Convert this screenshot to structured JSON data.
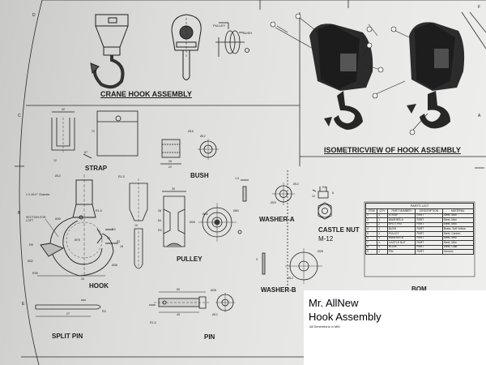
{
  "titles": {
    "crane_hook_assembly": "CRANE HOOK ASSEMBLY",
    "isometric_view": "ISOMETRICVIEW OF HOOK ASSEMBLY",
    "strap": "STRAP",
    "bush": "BUSH",
    "washer_a": "WASHER-A",
    "castle_nut": "CASTLE NUT",
    "castle_nut_size": "M-12",
    "pulley": "PULLEY",
    "hook": "HOOK",
    "washer_b": "WASHER-B",
    "bom": "BOM",
    "split_pin": "SPLIT PIN",
    "pin": "PIN"
  },
  "assembly_callouts": {
    "pulley": "PULLEY",
    "bush": "BUSH"
  },
  "border_letters": [
    "D",
    "C",
    "A",
    "B",
    "E",
    "F"
  ],
  "dimensions": {
    "strap": [
      "42",
      "12",
      "67",
      "72"
    ],
    "bush": [
      "Ø16",
      "Ø12",
      "26",
      "22"
    ],
    "hook": [
      "Ø12",
      "1 X 45.0° Chamfer",
      "R1.5",
      "SECTION FOR LOFT",
      "Ø40",
      "R3",
      "Ø76",
      "R8",
      "Ø32",
      "Ø38",
      "R35",
      "33",
      "12",
      "R1",
      "18"
    ],
    "shank_detail": [
      "R1.5",
      "10"
    ],
    "pulley": [
      "30",
      "28",
      "Ø60",
      "Ø40",
      "Ø26",
      "84",
      "R4"
    ],
    "washer_a": [
      "1.5",
      "Ø12",
      "Ø20"
    ],
    "castle_nut": [
      "R2",
      "12",
      "6"
    ],
    "washer_b": [
      "Ø28",
      "Ø12",
      "3"
    ],
    "split_pin": [
      "27",
      "R3"
    ],
    "pin": [
      "50",
      "45",
      "R1.5",
      "Ø28",
      "Ø12"
    ]
  },
  "bom": {
    "caption": "PARTS LIST",
    "columns": [
      "ITEM",
      "QTY",
      "PART NUMBER",
      "DESCRIPTION",
      "MATERIAL"
    ],
    "rows": [
      [
        "1",
        "1",
        "STRAP",
        "PART",
        "Steel, Mild"
      ],
      [
        "2",
        "1",
        "WASHER-A",
        "PART",
        "Steel, Mild"
      ],
      [
        "3",
        "2",
        "SPLIT PIN",
        "PART",
        "Steel, Mild"
      ],
      [
        "4",
        "1",
        "BUSH",
        "PART",
        "Brass, Soft Yellow"
      ],
      [
        "5",
        "1",
        "PULLEY",
        "PART",
        "Steel, Carbon"
      ],
      [
        "6",
        "1",
        "WASHER-B",
        "PART",
        "Steel, Mild"
      ],
      [
        "7",
        "1",
        "CASTLE NUT",
        "PART",
        "Steel, Mild"
      ],
      [
        "8",
        "1",
        "HOOK",
        "PART",
        "Steel, Cast"
      ],
      [
        "9",
        "1",
        "PIN",
        "PART",
        "Generic"
      ]
    ]
  },
  "title_block": {
    "author": "Mr. AllNew",
    "title": "Hook Assembly",
    "note": "All Dimentions in MM"
  },
  "colors": {
    "paper": "#e2e2e0",
    "ink": "#1b1b1b",
    "title_block": "#ffffff"
  }
}
